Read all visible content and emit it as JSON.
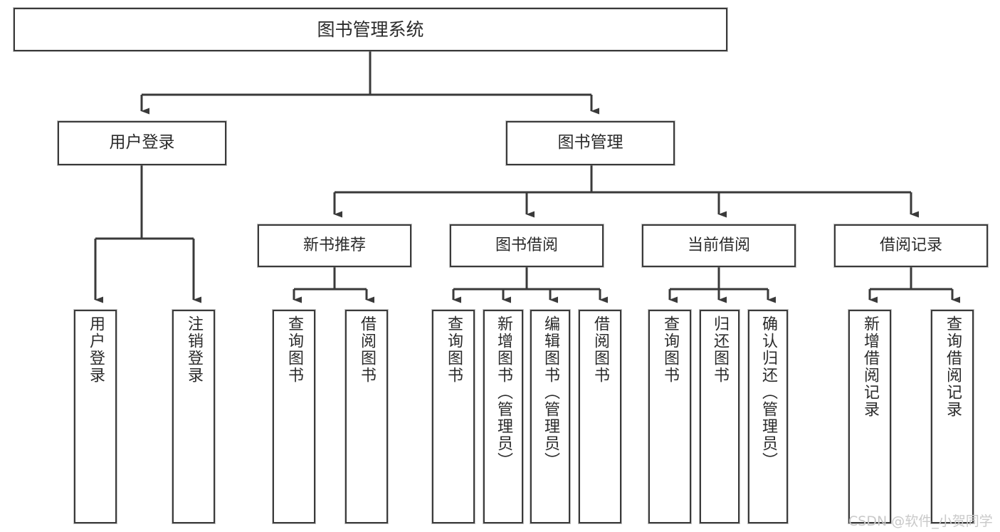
{
  "diagram": {
    "title": "图书管理系统",
    "type": "tree",
    "watermark": "CSDN @软件_小贺同学",
    "colors": {
      "box_border": "#3a3a3a",
      "box_fill": "#ffffff",
      "edge": "#3a3a3a",
      "text": "#2b2b2b",
      "watermark": "#c9c9c9"
    },
    "root": {
      "label": "图书管理系统"
    },
    "level2": [
      {
        "label": "用户登录"
      },
      {
        "label": "图书管理"
      }
    ],
    "level3": [
      {
        "label": "新书推荐"
      },
      {
        "label": "图书借阅"
      },
      {
        "label": "当前借阅"
      },
      {
        "label": "借阅记录"
      }
    ],
    "leaves": {
      "user_login": [
        {
          "label": "用户登录"
        },
        {
          "label": "注销登录"
        }
      ],
      "new_book_recommend": [
        {
          "label": "查询图书"
        },
        {
          "label": "借阅图书"
        }
      ],
      "book_borrow": [
        {
          "label": "查询图书"
        },
        {
          "label": "新增图书（管理员）"
        },
        {
          "label": "编辑图书（管理员）"
        },
        {
          "label": "借阅图书"
        }
      ],
      "current_borrow": [
        {
          "label": "查询图书"
        },
        {
          "label": "归还图书"
        },
        {
          "label": "确认归还（管理员）"
        }
      ],
      "borrow_record": [
        {
          "label": "新增借阅记录"
        },
        {
          "label": "查询借阅记录"
        }
      ]
    }
  }
}
